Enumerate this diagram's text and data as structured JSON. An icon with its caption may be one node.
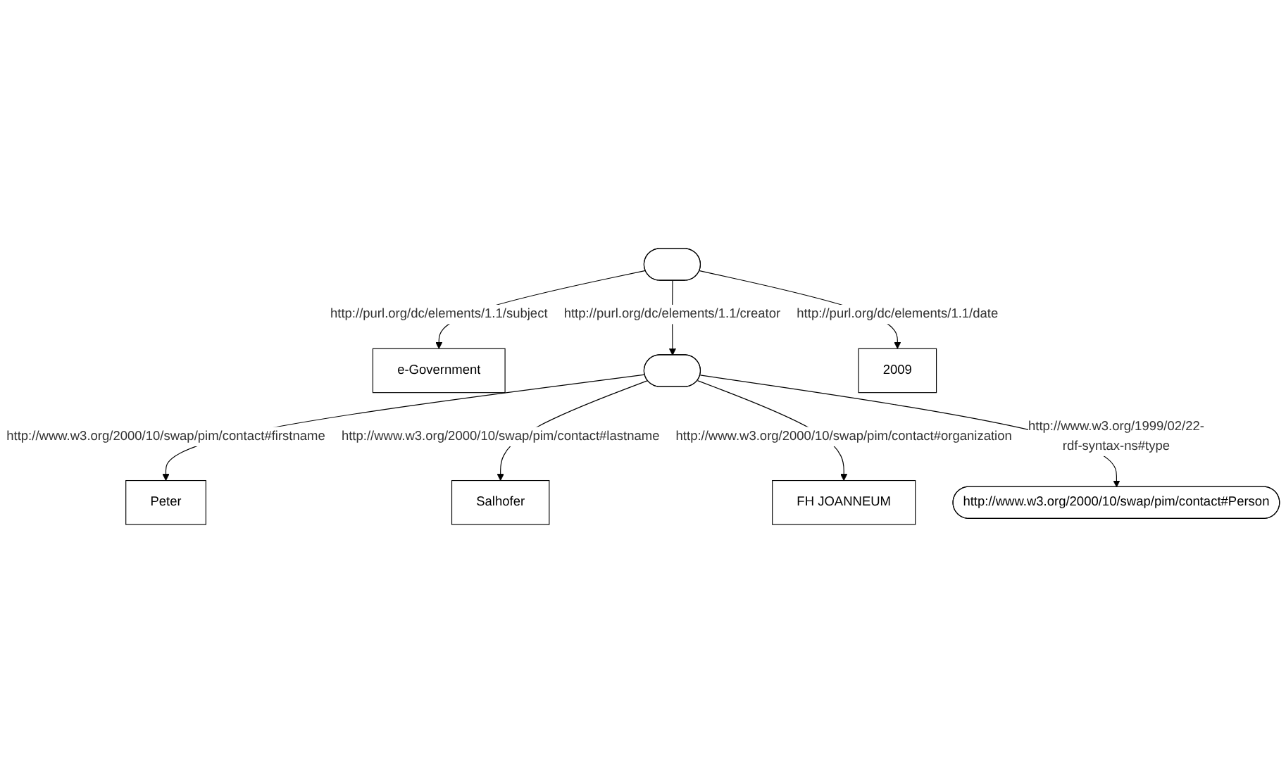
{
  "diagram": {
    "nodes": [
      {
        "text": [],
        "shape": "ellipse"
      },
      {
        "text": [
          "e-Government"
        ]
      },
      {
        "text": [],
        "shape": "ellipse"
      },
      {
        "text": [
          "2009"
        ]
      },
      {
        "text": [
          "Peter"
        ]
      },
      {
        "text": [
          "Salhofer"
        ]
      },
      {
        "text": [
          "FH JOANNEUM"
        ]
      },
      {
        "text": [
          "http://www.w3.org/2000/10/swap/pim/contact#Person"
        ]
      }
    ],
    "edges": [
      {
        "from": 0,
        "to": 1,
        "arrow": "to",
        "label": "http://purl.org/dc/elements/1.1/subject"
      },
      {
        "from": 0,
        "to": 2,
        "arrow": "to",
        "label": "http://purl.org/dc/elements/1.1/creator"
      },
      {
        "from": 0,
        "to": 3,
        "arrow": "to",
        "label": "http://purl.org/dc/elements/1.1/date"
      },
      {
        "from": 2,
        "to": 4,
        "arrow": "to",
        "label": "http://www.w3.org/2000/10/swap/pim/contact#firstname"
      },
      {
        "from": 2,
        "to": 5,
        "arrow": "to",
        "label": "http://www.w3.org/2000/10/swap/pim/contact#lastname"
      },
      {
        "from": 2,
        "to": 6,
        "arrow": "to",
        "label": "http://www.w3.org/2000/10/swap/pim/contact#organization"
      },
      {
        "from": 2,
        "to": 7,
        "arrow": "to",
        "label": "http://www.w3.org/1999/02/22-rdf-syntax-ns#type"
      }
    ]
  }
}
